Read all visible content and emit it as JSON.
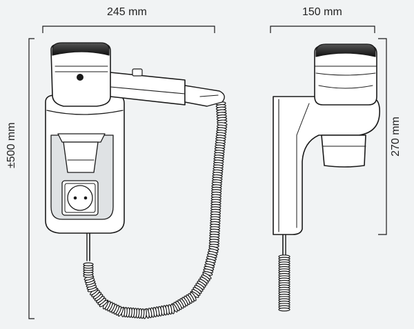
{
  "dimensions": {
    "front_width": "245 mm",
    "side_width": "150 mm",
    "total_height": "±500 mm",
    "side_height": "270 mm"
  },
  "colors": {
    "background": "#f1f3f4",
    "outline": "#1a1a1a",
    "fill": "#ffffff",
    "dark_cap": "#2a2a2a",
    "shade": "#dfe2e4"
  }
}
